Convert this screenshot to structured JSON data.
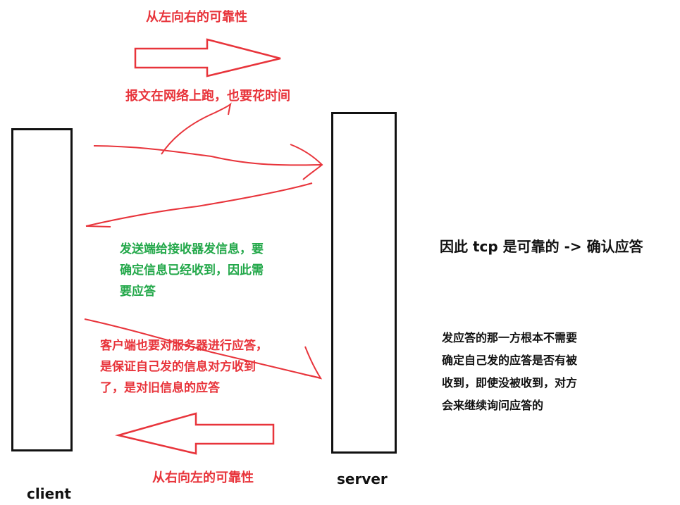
{
  "labels": {
    "client": "client",
    "server": "server"
  },
  "annotations": {
    "top_reliability": "从左向右的可靠性",
    "travel_time": "报文在网络上跑，也要花时间",
    "ack_need": [
      "发送端给接收器发信息，要",
      "确定信息已经收到，因此需",
      "要应答"
    ],
    "client_ack": [
      "客户端也要对服务器进行应答，",
      "是保证自己发的信息对方收到",
      "了，是对旧信息的应答"
    ],
    "bottom_reliability": "从右向左的可靠性",
    "conclusion": "因此 tcp 是可靠的 -> 确认应答",
    "responder_note": [
      "发应答的那一方根本不需要",
      "确定自己发的应答是否有被",
      "收到，即使没被收到，对方",
      "会来继续询问应答的"
    ]
  },
  "colors": {
    "ink_red": "#e8343b",
    "ink_green": "#23a84a",
    "ink_black": "#111111"
  }
}
